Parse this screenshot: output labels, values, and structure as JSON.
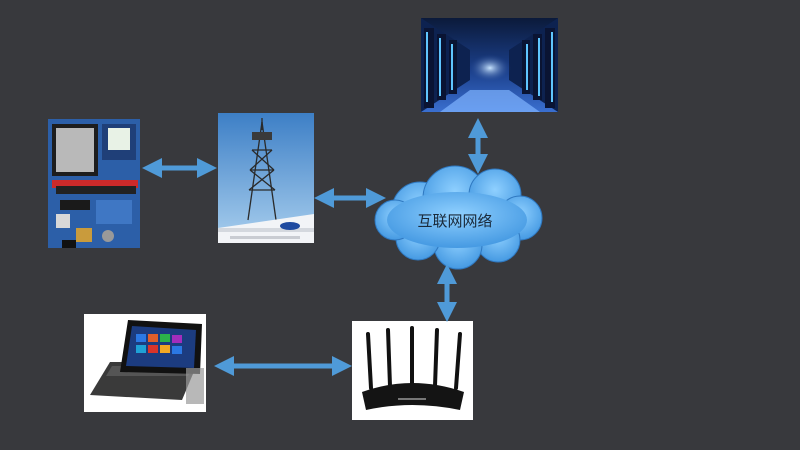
{
  "diagram": {
    "cloud_label": "互联网网络",
    "nodes": [
      {
        "id": "server-room",
        "icon": "data-center-icon"
      },
      {
        "id": "dev-board",
        "icon": "embedded-board-icon"
      },
      {
        "id": "cell-tower",
        "icon": "cell-tower-icon"
      },
      {
        "id": "internet-cloud",
        "icon": "cloud-icon"
      },
      {
        "id": "tablet",
        "icon": "tablet-icon"
      },
      {
        "id": "router",
        "icon": "wifi-router-icon"
      }
    ],
    "links": [
      {
        "from": "dev-board",
        "to": "cell-tower"
      },
      {
        "from": "cell-tower",
        "to": "internet-cloud"
      },
      {
        "from": "internet-cloud",
        "to": "server-room"
      },
      {
        "from": "internet-cloud",
        "to": "router"
      },
      {
        "from": "router",
        "to": "tablet"
      }
    ],
    "colors": {
      "background": "#38393d",
      "arrow": "#4f9ad8",
      "cloud": "#4b9fe6"
    }
  }
}
